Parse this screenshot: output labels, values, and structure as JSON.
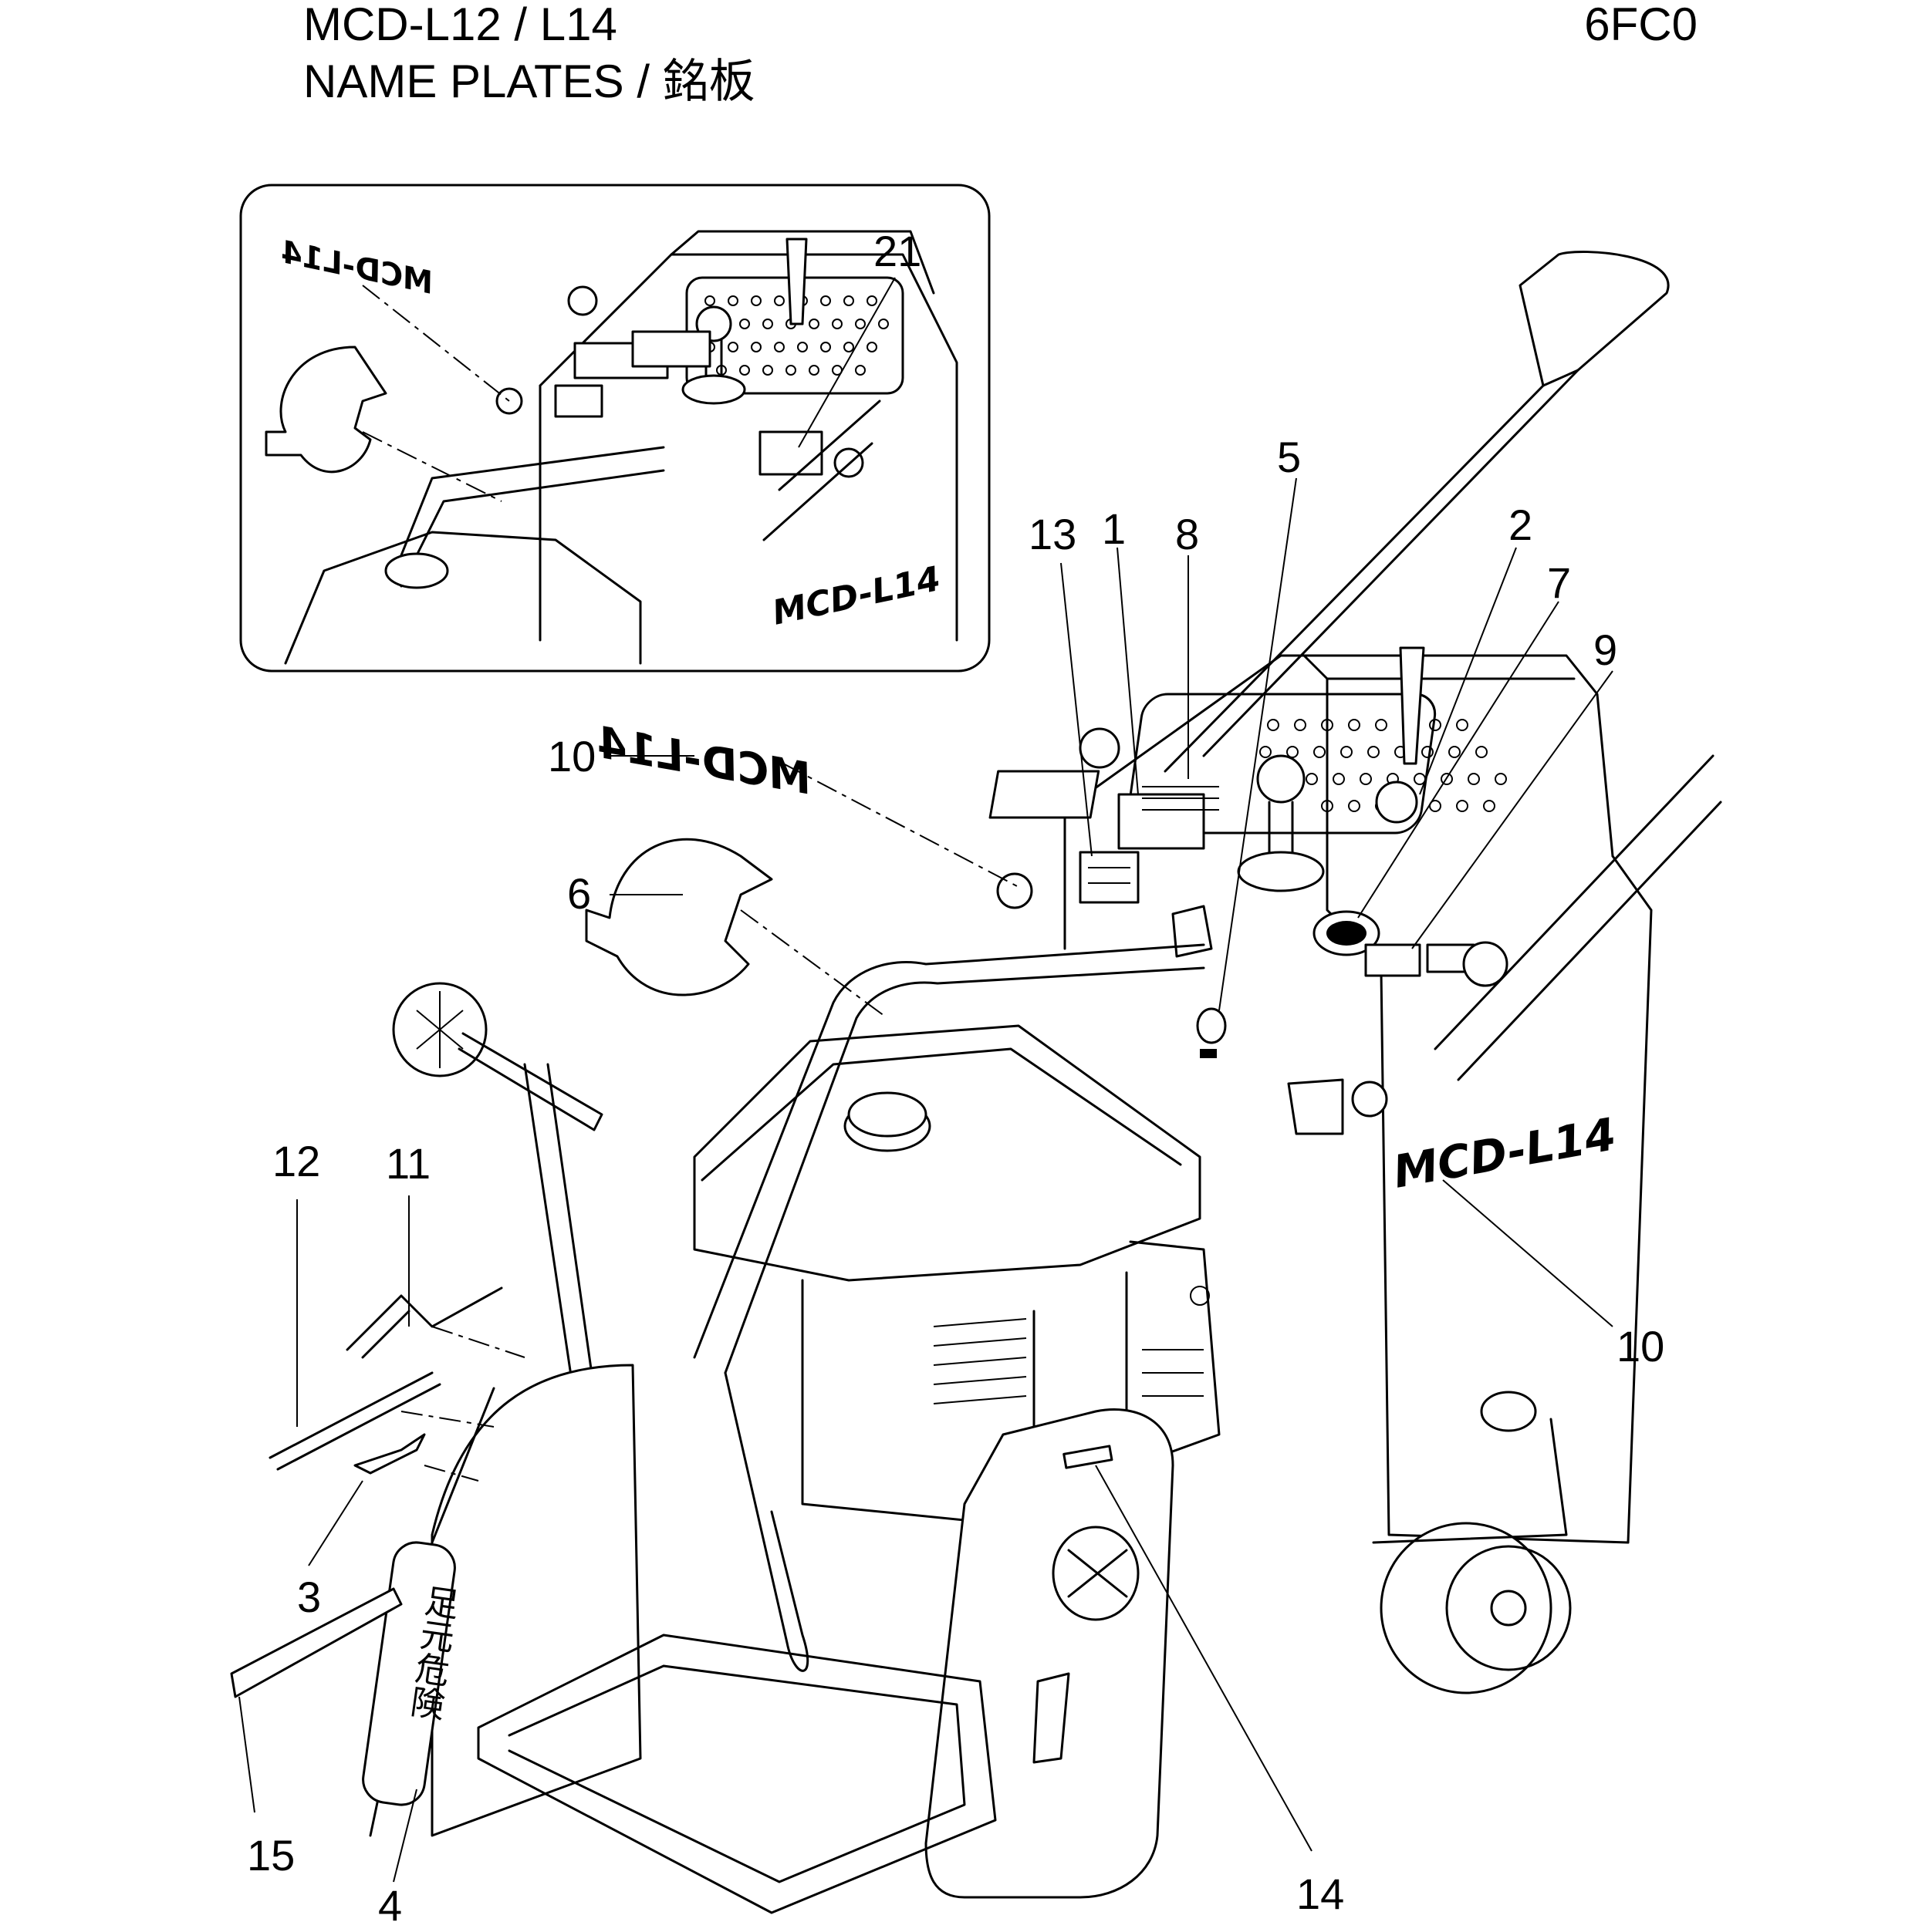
{
  "header": {
    "model": "MCD-L12 / L14",
    "section": "NAME  PLATES / 銘板",
    "code": "6FC0"
  },
  "plates": {
    "model_label": "MCD-L14",
    "warning_label": "足元危険"
  },
  "callouts": [
    "1",
    "2",
    "3",
    "4",
    "5",
    "6",
    "7",
    "8",
    "9",
    "10",
    "10",
    "11",
    "12",
    "13",
    "14",
    "15",
    "21"
  ]
}
